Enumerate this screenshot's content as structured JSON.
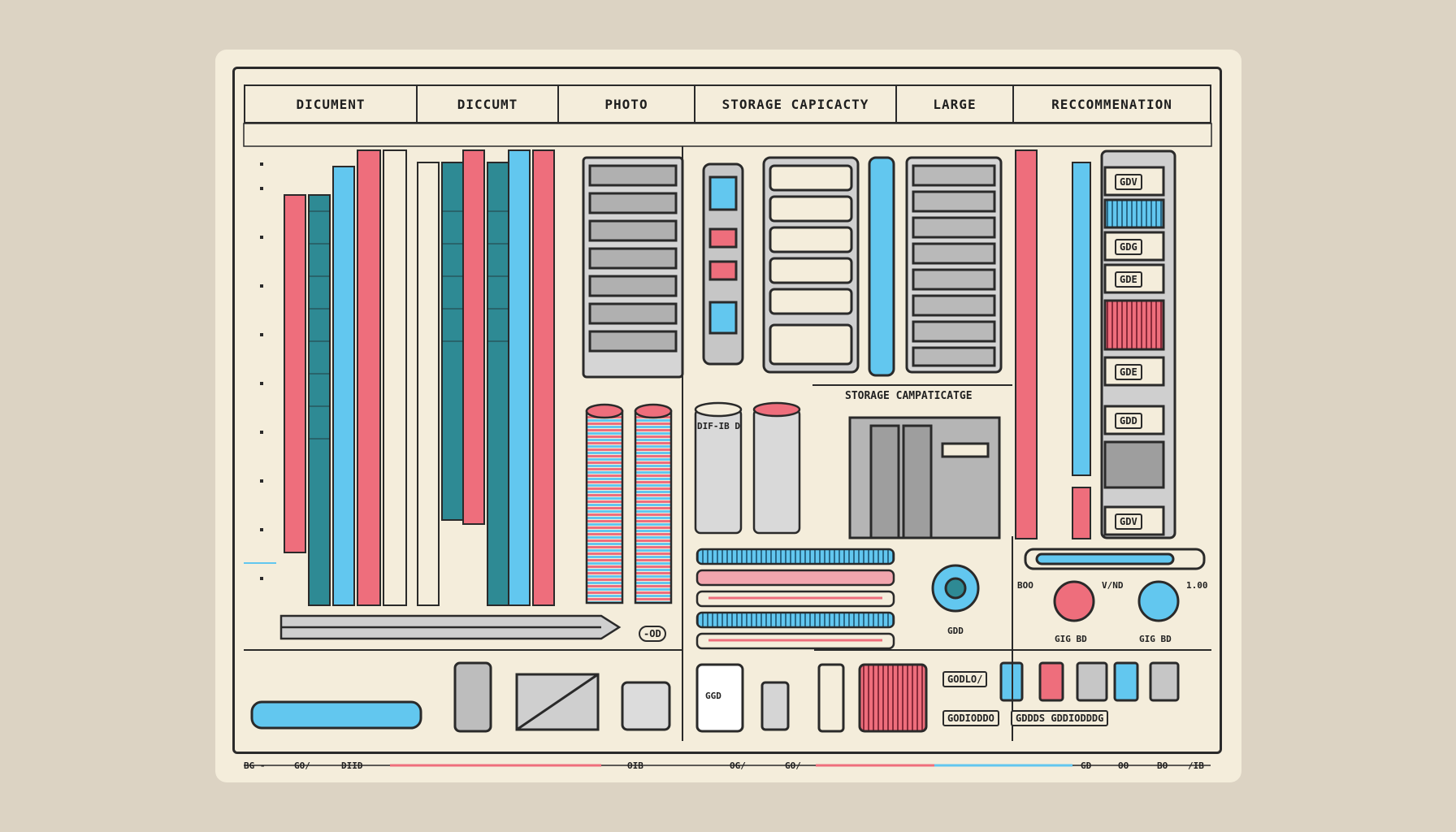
{
  "headers": [
    "DICUMENT",
    "DICCUMT",
    "PHOTO",
    "STORAGE CAPICACTY",
    "LARGE",
    "RECCOMMENATION"
  ],
  "secondary_label": "STORAGE CAMPATICATGE",
  "server_badges": [
    "GDV",
    "GDG",
    "GDE",
    "GDE",
    "GDD",
    "GDV"
  ],
  "drum_label": "DIF-IB D",
  "bubble_label": "-OD",
  "dial_labels": [
    "GDD",
    "BOO",
    "V/ND",
    "1.00",
    "GIG BD",
    "GIG BD"
  ],
  "box_labels": [
    "GODLO/",
    "GODIODDO",
    "GDDDS GDDIODDDG"
  ],
  "gauge_label": "GGD",
  "footer_ticks": [
    "BG -",
    "GO/",
    "DIID",
    "OG/",
    "OIB",
    "GO/",
    "GD",
    "OO",
    "BO",
    "/IB"
  ],
  "colors": {
    "background": "#dcd3c3",
    "card": "#f4eddb",
    "ink": "#2a2a2a",
    "red": "#ee6e7c",
    "blue": "#62c7ef",
    "teal": "#2e8a94",
    "gray": "#8f8f8f"
  }
}
